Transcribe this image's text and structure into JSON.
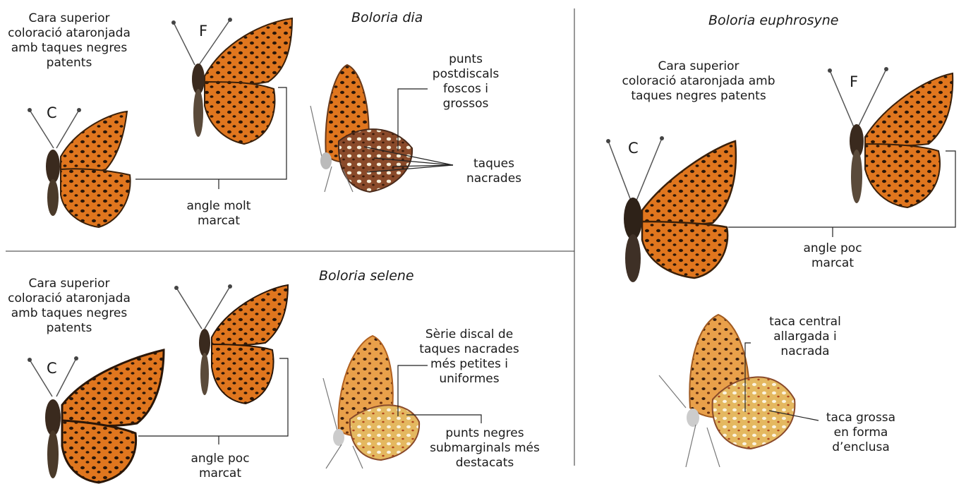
{
  "panels": {
    "dia": {
      "title": "Boloria dia",
      "upper_desc": "Cara superior\ncoloració ataronjada\namb taques negres\npatents",
      "male_label": "C",
      "female_label": "F",
      "angle_label": "angle molt\nmarcat",
      "postdiscal_label": "punts\npostdiscals\nfoscos i\ngrossos",
      "nacre_label": "taques\nnacrades"
    },
    "selene": {
      "title": "Boloria selene",
      "upper_desc": "Cara superior\ncoloració ataronjada\namb taques negres\npatents",
      "male_label": "C",
      "angle_label": "angle poc\nmarcat",
      "discal_label": "Sèrie discal de\ntaques nacrades\nmés petites i\nuniformes",
      "submarginal_label": "punts negres\nsubmarginals més\ndestacats"
    },
    "euphrosyne": {
      "title": "Boloria euphrosyne",
      "upper_desc": "Cara superior\ncoloració ataronjada amb\ntaques negres patents",
      "male_label": "C",
      "female_label": "F",
      "angle_label": "angle poc\nmarcat",
      "central_label": "taca central\nallargada i\nnacrada",
      "anvil_label": "taca grossa\nen forma\nd’enclusa"
    }
  }
}
